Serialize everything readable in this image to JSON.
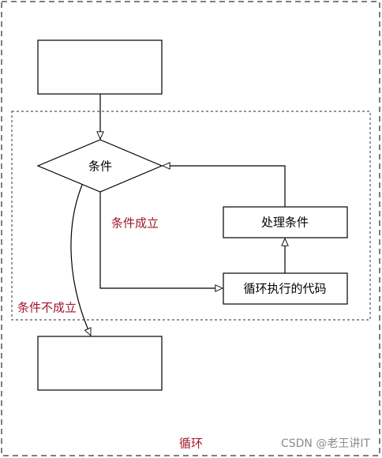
{
  "diagram": {
    "nodes": {
      "condition": "条件",
      "process_condition": "处理条件",
      "loop_body": "循环执行的代码"
    },
    "edge_labels": {
      "condition_true": "条件成立",
      "condition_false": "条件不成立"
    },
    "outer_caption": "循环",
    "watermark": "CSDN @老王讲IT"
  },
  "colors": {
    "line": "#000000",
    "accent_red": "#a0142a",
    "dashed_border": "#555555",
    "watermark": "#8c8c8c"
  }
}
